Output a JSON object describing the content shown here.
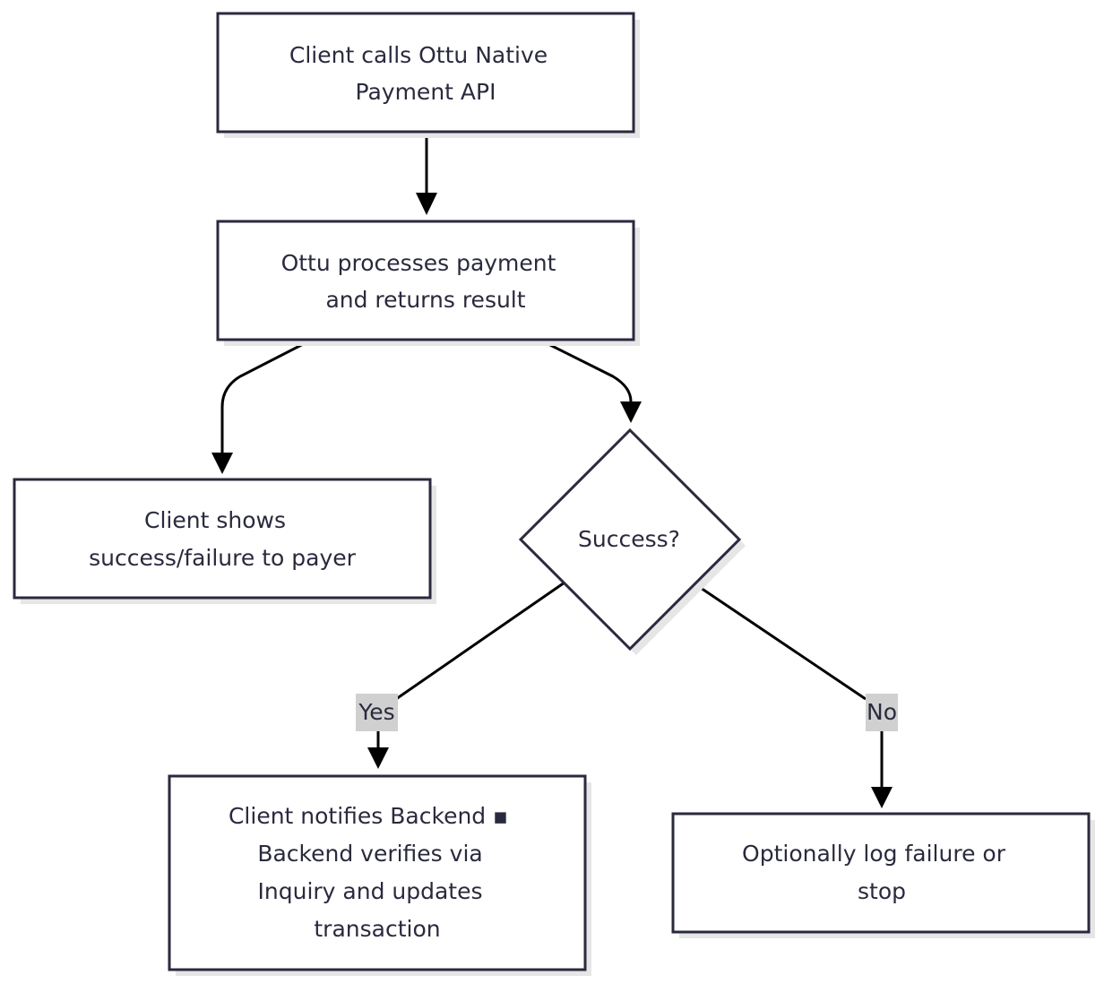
{
  "nodes": {
    "start": {
      "lines": [
        "Client calls Ottu Native",
        "Payment API"
      ]
    },
    "process": {
      "lines": [
        "Ottu processes payment",
        "and returns result"
      ]
    },
    "show": {
      "lines": [
        "Client shows",
        "success/failure to payer"
      ]
    },
    "decision": {
      "lines": [
        "Success?"
      ]
    },
    "notify": {
      "lines": [
        "Client notifies Backend ▪",
        "Backend verifies via",
        "Inquiry and updates",
        "transaction"
      ]
    },
    "fail": {
      "lines": [
        "Optionally log failure or",
        "stop"
      ]
    }
  },
  "edges": {
    "yes_label": "Yes",
    "no_label": "No"
  },
  "colors": {
    "stroke": "#2a2a3e",
    "shadow": "#e6e6e6",
    "label_bg": "#d0d0d0"
  }
}
